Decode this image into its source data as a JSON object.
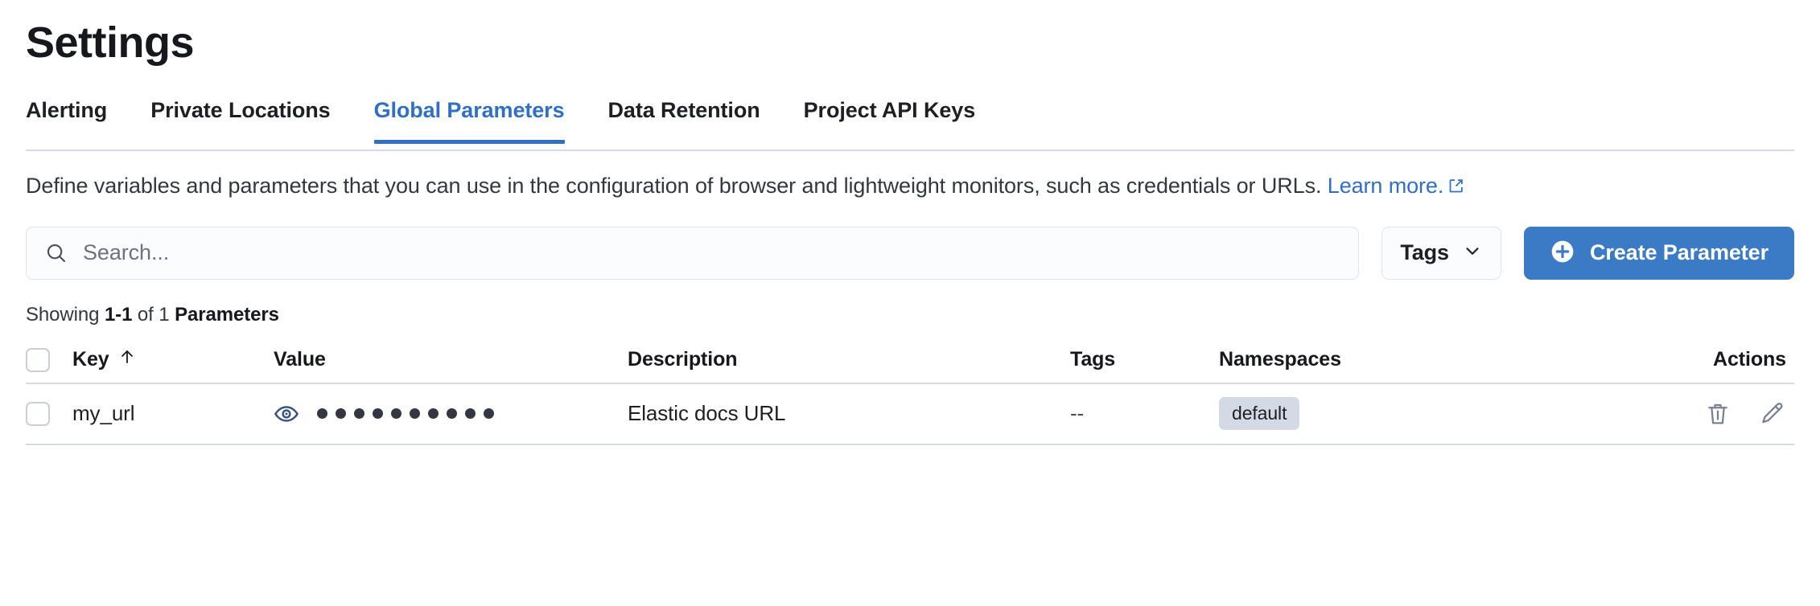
{
  "page": {
    "title": "Settings"
  },
  "tabs": [
    {
      "label": "Alerting",
      "active": false
    },
    {
      "label": "Private Locations",
      "active": false
    },
    {
      "label": "Global Parameters",
      "active": true
    },
    {
      "label": "Data Retention",
      "active": false
    },
    {
      "label": "Project API Keys",
      "active": false
    }
  ],
  "description": {
    "text": "Define variables and parameters that you can use in the configuration of browser and lightweight monitors, such as credentials or URLs.",
    "link_label": "Learn more.",
    "link_icon": "external-link-icon"
  },
  "controls": {
    "search": {
      "placeholder": "Search...",
      "value": "",
      "icon": "search-icon"
    },
    "tags_filter": {
      "label": "Tags",
      "icon": "chevron-down-icon"
    },
    "create_button": {
      "label": "Create Parameter",
      "icon": "plus-circle-icon"
    }
  },
  "results_summary": {
    "prefix": "Showing ",
    "range": "1-1",
    "middle": " of 1 ",
    "entity": "Parameters"
  },
  "table": {
    "select_all": {
      "checked": false
    },
    "columns": [
      {
        "key": "key",
        "label": "Key",
        "sorted": true,
        "sort_icon": "arrow-up-icon"
      },
      {
        "key": "value",
        "label": "Value",
        "sorted": false
      },
      {
        "key": "description",
        "label": "Description",
        "sorted": false
      },
      {
        "key": "tags",
        "label": "Tags",
        "sorted": false
      },
      {
        "key": "namespaces",
        "label": "Namespaces",
        "sorted": false
      },
      {
        "key": "actions",
        "label": "Actions",
        "sorted": false
      }
    ],
    "rows": [
      {
        "checked": false,
        "key": "my_url",
        "value_masked_dots": 10,
        "value_toggle_icon": "eye-icon",
        "description": "Elastic docs URL",
        "tags": "--",
        "namespaces": [
          "default"
        ],
        "actions": [
          {
            "name": "delete",
            "icon": "trash-icon"
          },
          {
            "name": "edit",
            "icon": "pencil-icon"
          }
        ]
      }
    ]
  },
  "colors": {
    "accent_blue": "#3b7ac4",
    "tab_active": "#2f70c4",
    "link": "#2f70c4",
    "badge_bg": "#d3dae6",
    "border": "#d6dae6",
    "eye_icon": "#345084",
    "action_icon": "#7a8092"
  }
}
